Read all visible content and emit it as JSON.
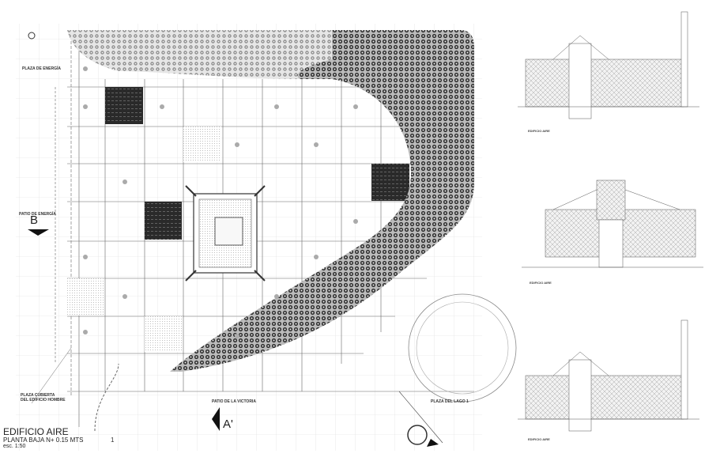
{
  "plan": {
    "title": "EDIFICIO AIRE",
    "subtitle": "PLANTA BAJA N+ 0.15 MTS",
    "scale": "esc. 1:50",
    "labels": {
      "plaza_energia": "PLAZA DE ENERGÍA",
      "patio_energia": "PATIO DE ENERGÍA",
      "plaza_cubierta_1": "PLAZA CUBIERTA",
      "plaza_cubierta_2": "DEL EDIFICIO HOMBRE",
      "patio_victoria": "PATIO DE LA VICTORIA",
      "plaza_lago": "PLAZA DEL LAGO 1"
    },
    "section_marks": {
      "b": "B",
      "a": "A'"
    },
    "axis_number": "1"
  },
  "elevations": [
    {
      "caption": "EDIFICIO AIRE"
    },
    {
      "caption": "EDIFICIO AIRE"
    },
    {
      "caption": "EDIFICIO AIRE"
    }
  ]
}
